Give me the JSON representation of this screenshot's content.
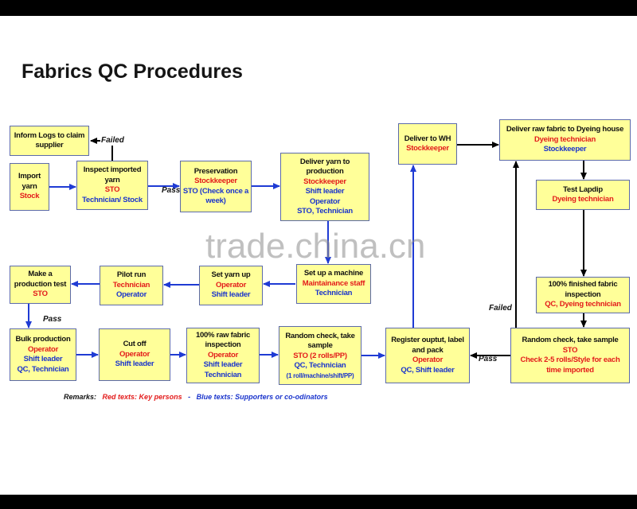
{
  "title": "Fabrics QC Procedures",
  "watermark": "trade.china.cn",
  "colors": {
    "box_fill": "#ffff99",
    "box_border": "#5c6aa9",
    "key_person_text": "#e31b1b",
    "supporter_text": "#1a34cc",
    "arrow_blue": "#1f3bd4",
    "arrow_black": "#000000"
  },
  "steps": {
    "inform_logs": {
      "name": "Inform Logs to claim supplier"
    },
    "import_yarn": {
      "name": "Import yarn",
      "key": [
        "Stock"
      ]
    },
    "inspect_yarn": {
      "name": "Inspect imported yarn",
      "key": [
        "STO"
      ],
      "support": [
        "Technician/ Stock"
      ]
    },
    "preservation": {
      "name": "Preservation",
      "key": [
        "Stockkeeper"
      ],
      "support": [
        "STO (Check once a week)"
      ]
    },
    "deliver_yarn": {
      "name": "Deliver yarn to production",
      "key": [
        "Stockkeeper"
      ],
      "support": [
        "Shift leader",
        "Operator",
        "STO, Technician"
      ]
    },
    "deliver_wh": {
      "name": "Deliver to WH",
      "key": [
        "Stockkeeper"
      ]
    },
    "deliver_raw_fabric": {
      "name": "Deliver raw fabric to Dyeing house",
      "key": [
        "Dyeing technician"
      ],
      "support": [
        "Stockkeeper"
      ]
    },
    "test_lapdip": {
      "name": "Test Lapdip",
      "key": [
        "Dyeing technician"
      ]
    },
    "production_test": {
      "name": "Make a production test",
      "key": [
        "STO"
      ]
    },
    "pilot_run": {
      "name": "Pilot run",
      "key": [
        "Technician"
      ],
      "support": [
        "Operator"
      ]
    },
    "set_yarn": {
      "name": "Set yarn up",
      "key": [
        "Operator"
      ],
      "support": [
        "Shift leader"
      ]
    },
    "set_machine": {
      "name": "Set up a machine",
      "key": [
        "Maintainance staff"
      ],
      "support": [
        "Technician"
      ]
    },
    "finished_inspection": {
      "name": "100% finished fabric inspection",
      "key": [
        "QC, Dyeing technician"
      ]
    },
    "bulk_production": {
      "name": "Bulk production",
      "key": [
        "Operator"
      ],
      "support": [
        "Shift leader",
        "QC, Technician"
      ]
    },
    "cut_off": {
      "name": "Cut off",
      "key": [
        "Operator"
      ],
      "support": [
        "Shift leader"
      ]
    },
    "raw_inspection": {
      "name": "100% raw fabric inspection",
      "key": [
        "Operator"
      ],
      "support": [
        "Shift leader",
        "Technician"
      ]
    },
    "random_check_production": {
      "name": "Random check, take sample",
      "key": [
        "STO (2 rolls/PP)"
      ],
      "support": [
        "QC, Technician",
        "(1 roll/machine/shift/PP)"
      ]
    },
    "register_output": {
      "name": "Register ouptut, label and pack",
      "key": [
        "Operator"
      ],
      "support": [
        "QC, Shift leader"
      ]
    },
    "random_check_import": {
      "name": "Random check, take sample",
      "key": [
        "STO",
        "Check 2-5 rolls/Style for each time imported"
      ]
    }
  },
  "flow_labels": {
    "inspect_failed": "Failed",
    "inspect_pass": "Pass",
    "test_pass": "Pass",
    "random_check_failed": "Failed",
    "random_check_pass": "Pass"
  },
  "remarks": {
    "heading": "Remarks:",
    "red_legend": "Red texts: Key persons",
    "separator": "-",
    "blue_legend": "Blue texts: Supporters or co-odinators"
  }
}
